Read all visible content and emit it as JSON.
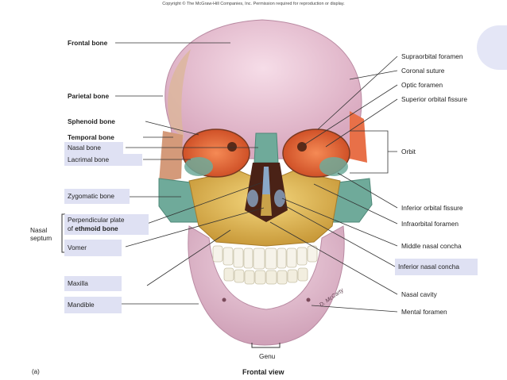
{
  "copyright": "Copyright © The McGraw-Hill Companies, Inc. Permission required for reproduction or display.",
  "panel_tag": "(a)",
  "view_caption": "Frontal view",
  "genu_label": "Genu",
  "signature": "D. McCarty",
  "left_labels": {
    "frontal_bone": "Frontal bone",
    "parietal_bone": "Parietal bone",
    "sphenoid_bone": "Sphenoid bone",
    "temporal_bone": "Temporal bone",
    "nasal_bone": "Nasal bone",
    "lacrimal_bone": "Lacrimal bone",
    "zygomatic_bone": "Zygomatic bone",
    "perpendicular_plate_line1": "Perpendicular plate",
    "perpendicular_plate_line2_prefix": "of",
    "ethmoid_bone": "ethmoid bone",
    "vomer": "Vomer",
    "maxilla": "Maxilla",
    "mandible": "Mandible",
    "nasal_septum_line1": "Nasal",
    "nasal_septum_line2": "septum"
  },
  "right_labels": {
    "supraorbital_foramen": "Supraorbital foramen",
    "coronal_suture": "Coronal suture",
    "optic_foramen": "Optic foramen",
    "superior_orbital_fissure": "Superior orbital fissure",
    "orbit": "Orbit",
    "inferior_orbital_fissure": "Inferior orbital fissure",
    "infraorbital_foramen": "Infraorbital foramen",
    "middle_nasal_concha": "Middle nasal concha",
    "inferior_nasal_concha": "Inferior nasal concha",
    "nasal_cavity": "Nasal cavity",
    "mental_foramen": "Mental foramen"
  },
  "colors": {
    "frontal": "#eecadb",
    "sphenoid_orbit": "#ef6a3a",
    "zygomatic": "#6faa9a",
    "maxilla": "#e8bf5a",
    "ethmoid": "#8aa8c8",
    "teeth": "#f6f3ea",
    "label_highlight": "#dfe1f3",
    "leader": "#333333"
  }
}
